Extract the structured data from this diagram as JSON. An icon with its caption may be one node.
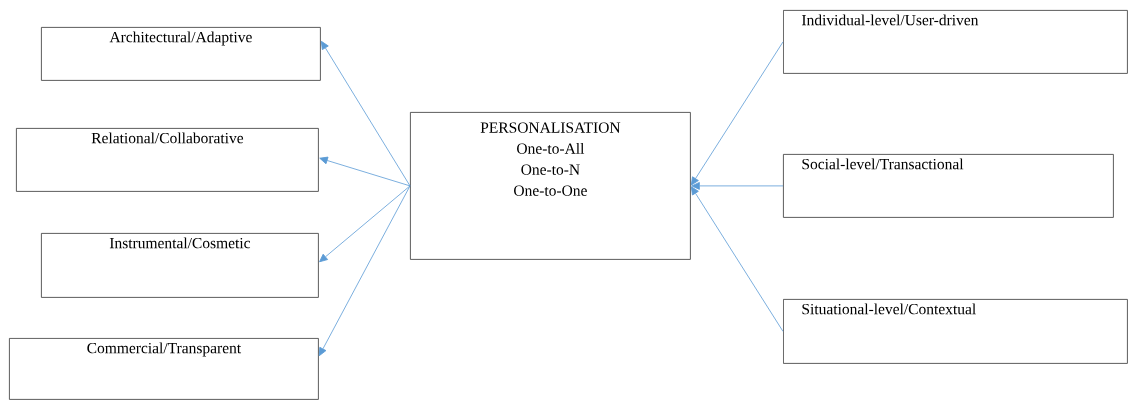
{
  "diagram": {
    "nodes": [
      {
        "text": [
          "PERSONALISATION",
          "One-to-All",
          "One-to-N",
          "One-to-One"
        ]
      },
      {
        "text": [
          "Architectural/Adaptive"
        ]
      },
      {
        "text": [
          "Relational/Collaborative"
        ]
      },
      {
        "text": [
          "Instrumental/Cosmetic"
        ]
      },
      {
        "text": [
          "Commercial/Transparent"
        ]
      },
      {
        "text": [
          "Individual-level/User-driven"
        ]
      },
      {
        "text": [
          "Social-level/Transactional"
        ]
      },
      {
        "text": [
          "Situational-level/Contextual"
        ]
      }
    ],
    "edges": [
      {
        "from": 0,
        "to": 1,
        "arrow": "to"
      },
      {
        "from": 0,
        "to": 2,
        "arrow": "to"
      },
      {
        "from": 0,
        "to": 3,
        "arrow": "to"
      },
      {
        "from": 0,
        "to": 4,
        "arrow": "to"
      },
      {
        "from": 5,
        "to": 0,
        "arrow": "to"
      },
      {
        "from": 6,
        "to": 0,
        "arrow": "to"
      },
      {
        "from": 7,
        "to": 0,
        "arrow": "to"
      }
    ]
  }
}
